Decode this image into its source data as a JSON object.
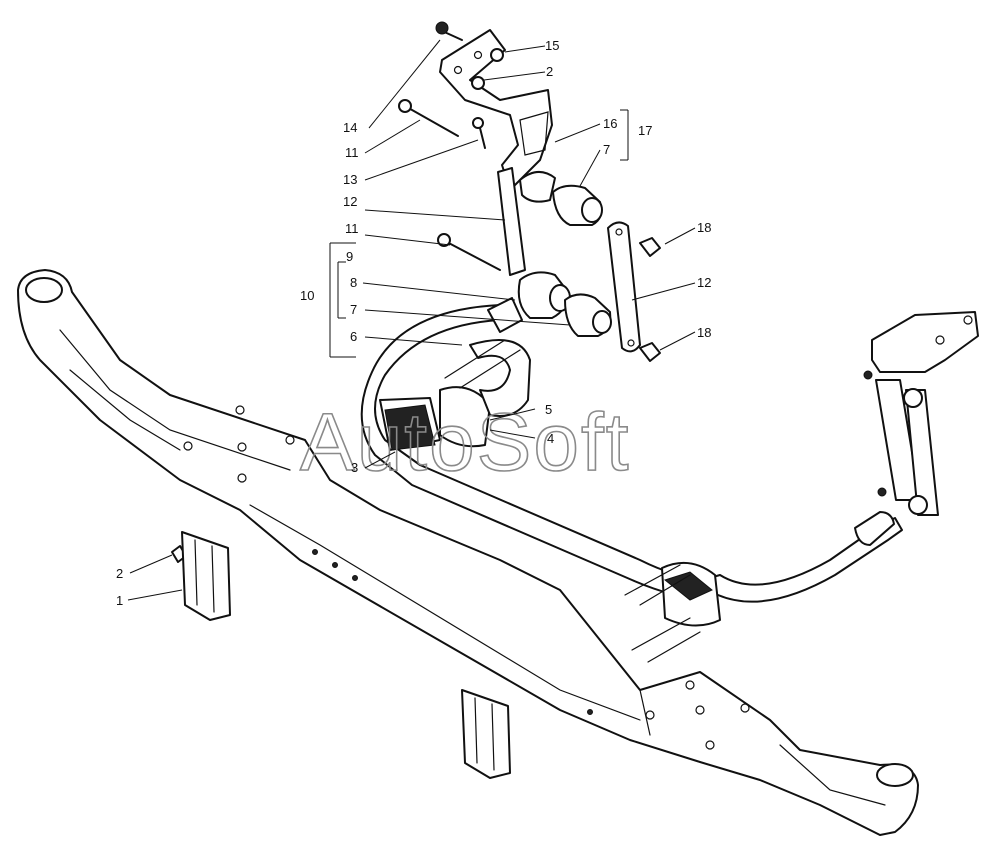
{
  "watermark": "AutoSoft",
  "callouts": {
    "c1": "1",
    "c2a": "2",
    "c2b": "2",
    "c3": "3",
    "c4": "4",
    "c5": "5",
    "c6": "6",
    "c7a": "7",
    "c7b": "7",
    "c8": "8",
    "c9": "9",
    "c10": "10",
    "c11a": "11",
    "c11b": "11",
    "c12a": "12",
    "c12b": "12",
    "c13": "13",
    "c14": "14",
    "c15": "15",
    "c16": "16",
    "c17": "17",
    "c18a": "18",
    "c18b": "18"
  }
}
